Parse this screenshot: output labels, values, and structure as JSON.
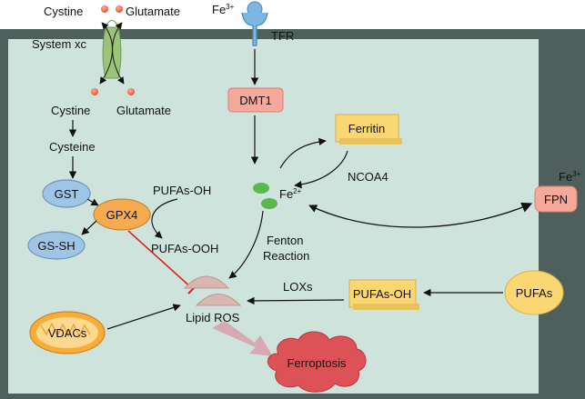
{
  "labels": {
    "cystine_top": "Cystine",
    "glutamate_top": "Glutamate",
    "system_xc": "System xc",
    "cystine_bottom": "Cystine",
    "glutamate_bottom": "Glutamate",
    "cysteine": "Cysteine",
    "gst": "GST",
    "gpx4": "GPX4",
    "gs_sh": "GS-SH",
    "pufas_oh_left": "PUFAs-OH",
    "pufas_ooh": "PUFAs-OOH",
    "fe3_top_base": "Fe",
    "fe3_top_sup": "3+",
    "tfr": "TFR",
    "dmt1": "DMT1",
    "ferritin": "Ferritin",
    "ncoa4": "NCOA4",
    "fe2_base": "Fe",
    "fe2_sup": "2+",
    "fe3_right_base": "Fe",
    "fe3_right_sup": "3+",
    "fpn": "FPN",
    "fenton_1": "Fenton",
    "fenton_2": "Reaction",
    "loxs": "LOXs",
    "pufas_oh_right": "PUFAs-OH",
    "pufas": "PUFAs",
    "vdacs": "VDACs",
    "lipid_ros": "Lipid ROS",
    "ferroptosis": "Ferroptosis"
  },
  "colors": {
    "membrane": "#4f5f5c",
    "cytoplasm": "#cfe3dd",
    "dmt1_fill": "#f6a99b",
    "ferritin_fill": "#fbd774",
    "gst_fill": "#9ec4e6",
    "gpx4_fill": "#f6ab50",
    "fe2_dots": "#58b84c",
    "fpn_fill": "#f6a99b",
    "pufas_fill": "#fbd774",
    "vdacs_fill": "#f8ad3b",
    "lipid_fill": "#d9b7b1",
    "ferroptosis_fill": "#dd5256",
    "inhibit": "#e02020",
    "transporter": "#9cc478",
    "receptor": "#7bb7e2"
  },
  "icons": {
    "transporter": "membrane-transporter-icon",
    "receptor": "tfr-receptor-icon",
    "mitochondrion": "mitochondrion-icon",
    "cloud": "cloud-icon"
  }
}
